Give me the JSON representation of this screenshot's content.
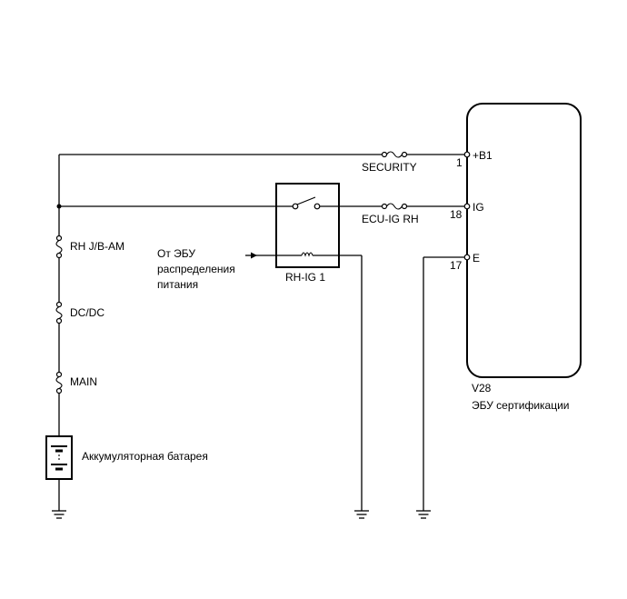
{
  "ecu": {
    "code": "V28",
    "name": "ЭБУ сертификации",
    "pins": [
      {
        "number": "1",
        "label": "+B1"
      },
      {
        "number": "18",
        "label": "IG"
      },
      {
        "number": "17",
        "label": "E"
      }
    ]
  },
  "fuses": {
    "security": "SECURITY",
    "ecu_ig_rh": "ECU-IG RH",
    "rh_jb_am": "RH J/B-AM",
    "dc_dc": "DC/DC",
    "main": "MAIN"
  },
  "relay": {
    "name": "RH-IG 1"
  },
  "signal_source": {
    "line1": "От ЭБУ",
    "line2": "распределения",
    "line3": "питания"
  },
  "battery": {
    "label": "Аккумуляторная батарея"
  }
}
